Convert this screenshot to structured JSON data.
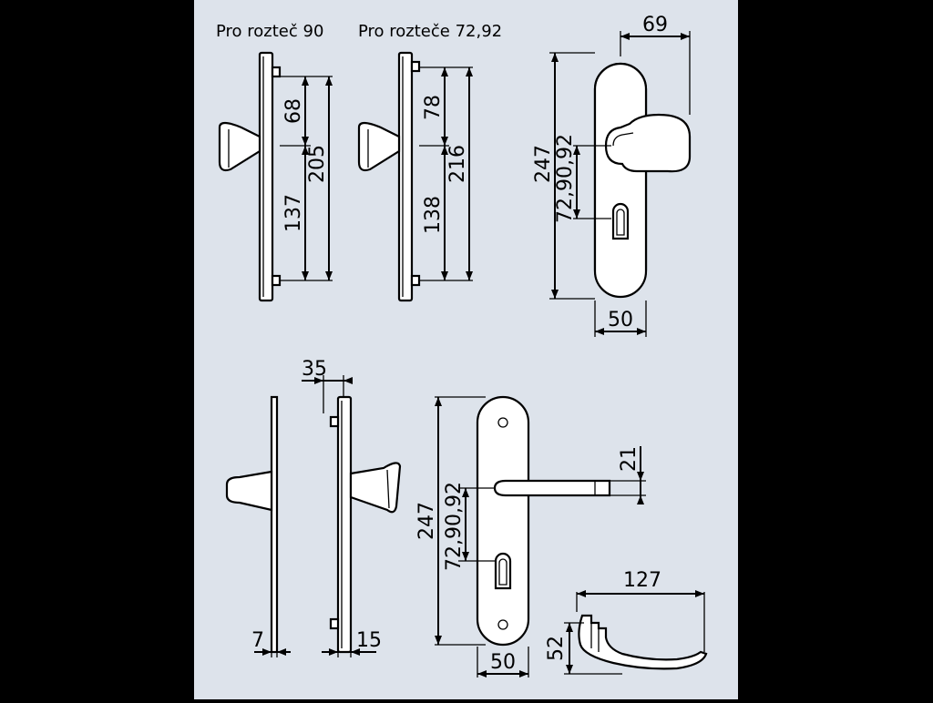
{
  "captions": {
    "spacing_90": "Pro rozteč 90",
    "spacing_72_92": "Pro rozteče 72,92"
  },
  "dimensions": {
    "a_upper": "68",
    "a_lower": "137",
    "a_total": "205",
    "b_upper": "78",
    "b_lower": "138",
    "b_total": "216",
    "knob_plate_height": "247",
    "knob_spacing": "72,90,92",
    "knob_projection": "69",
    "knob_plate_width": "50",
    "side_depth": "35",
    "plate_thickness_front": "7",
    "plate_thickness_back": "15",
    "lever_plate_height": "247",
    "lever_spacing": "72,90,92",
    "lever_height": "21",
    "lever_plate_width": "50",
    "lever_length": "127",
    "lever_rise": "52"
  },
  "colors": {
    "background": "#dde3eb",
    "outer": "#000000",
    "ink": "#000000",
    "part_fill": "#ffffff"
  }
}
